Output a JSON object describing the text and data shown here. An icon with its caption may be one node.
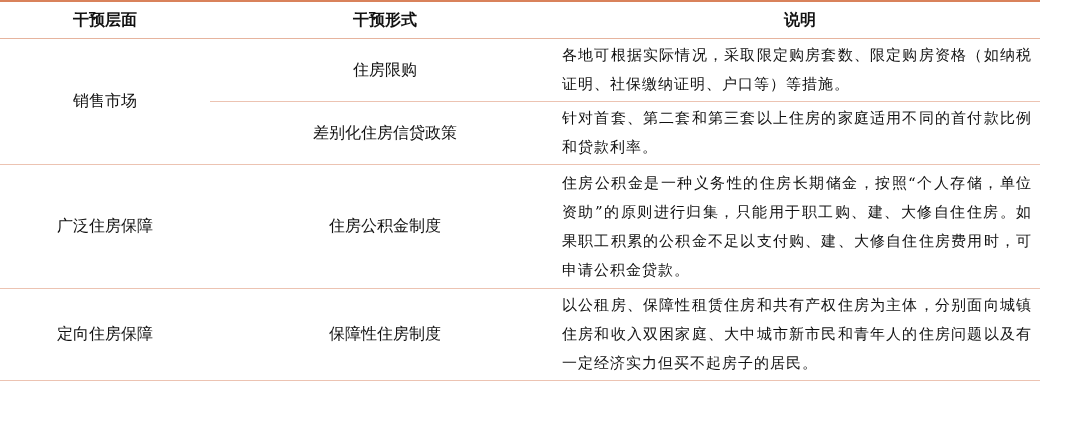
{
  "diagram": {
    "labels": [
      "干预层面",
      "干预形式",
      "说明",
      "销售市场",
      "住房限购",
      "各地可根据实际情况，采取限定购房套数、限定购房资格（如纳税证明、社保缴纳证明、户口等）等措施。",
      "差别化住房信贷政策",
      "针对首套、第二套和第三套以上住房的家庭适用不同的首付款比例和贷款利率。",
      "广泛住房保障",
      "住房公积金制度",
      "住房公积金是一种义务性的住房长期储金，按照“个人存储，单位资助”的原则进行归集，只能用于职工购、建、大修自住住房。如果职工积累的公积金不足以支付购、建、大修自住住房费用时，可申请公积金贷款。",
      "定向住房保障",
      "保障性住房制度",
      "以公租房、保障性租赁住房和共有产权住房为主体，分别面向城镇住房和收入双困家庭、大中城市新市民和青年人的住房问题以及有一定经济实力但买不起房子的居民。"
    ]
  }
}
